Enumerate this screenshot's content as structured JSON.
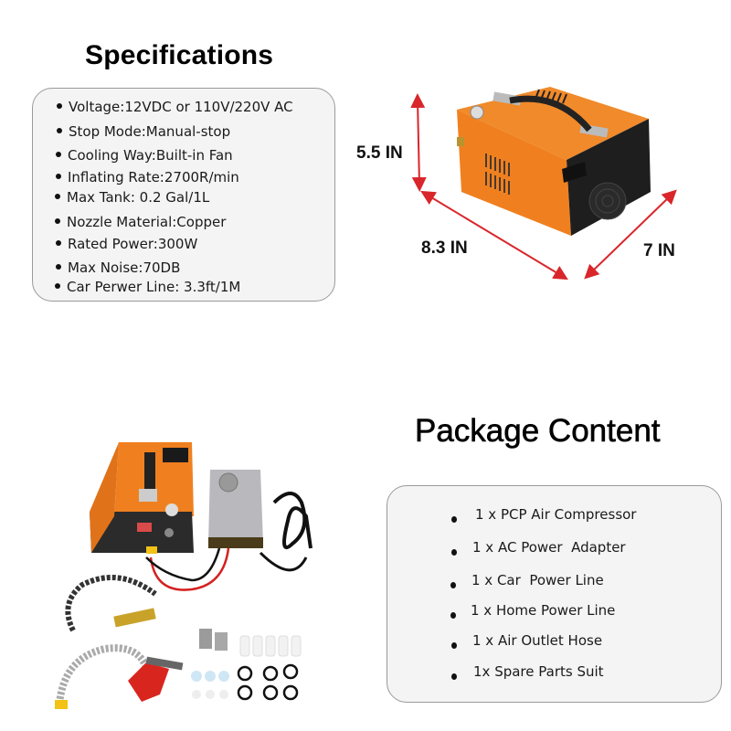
{
  "specifications": {
    "title": "Specifications",
    "items": [
      "Voltage:12VDC or 110V/220V AC",
      "Stop Mode:Manual-stop",
      "Cooling Way:Built-in Fan",
      "Inflating Rate:2700R/min",
      "Max Tank: 0.2 Gal/1L",
      "Nozzle Material:Copper",
      "Rated Power:300W",
      "Max Noise:70DB",
      "Car Perwer Line: 3.3ft/1M"
    ]
  },
  "dimensions": {
    "height": "5.5 IN",
    "length": "8.3 IN",
    "width": "7 IN",
    "arrow_color": "#d9262b"
  },
  "package_content": {
    "title": "Package Content",
    "items": [
      "1 x PCP Air Compressor",
      "1 x AC Power  Adapter",
      "1 x Car  Power Line",
      "1 x Home Power Line",
      "1 x Air Outlet Hose",
      "1x Spare Parts Suit"
    ]
  },
  "colors": {
    "compressor_orange": "#f0801f",
    "compressor_dark": "#1e1e1e",
    "panel_bg": "#f4f4f4",
    "panel_border": "#9a9a9a"
  }
}
